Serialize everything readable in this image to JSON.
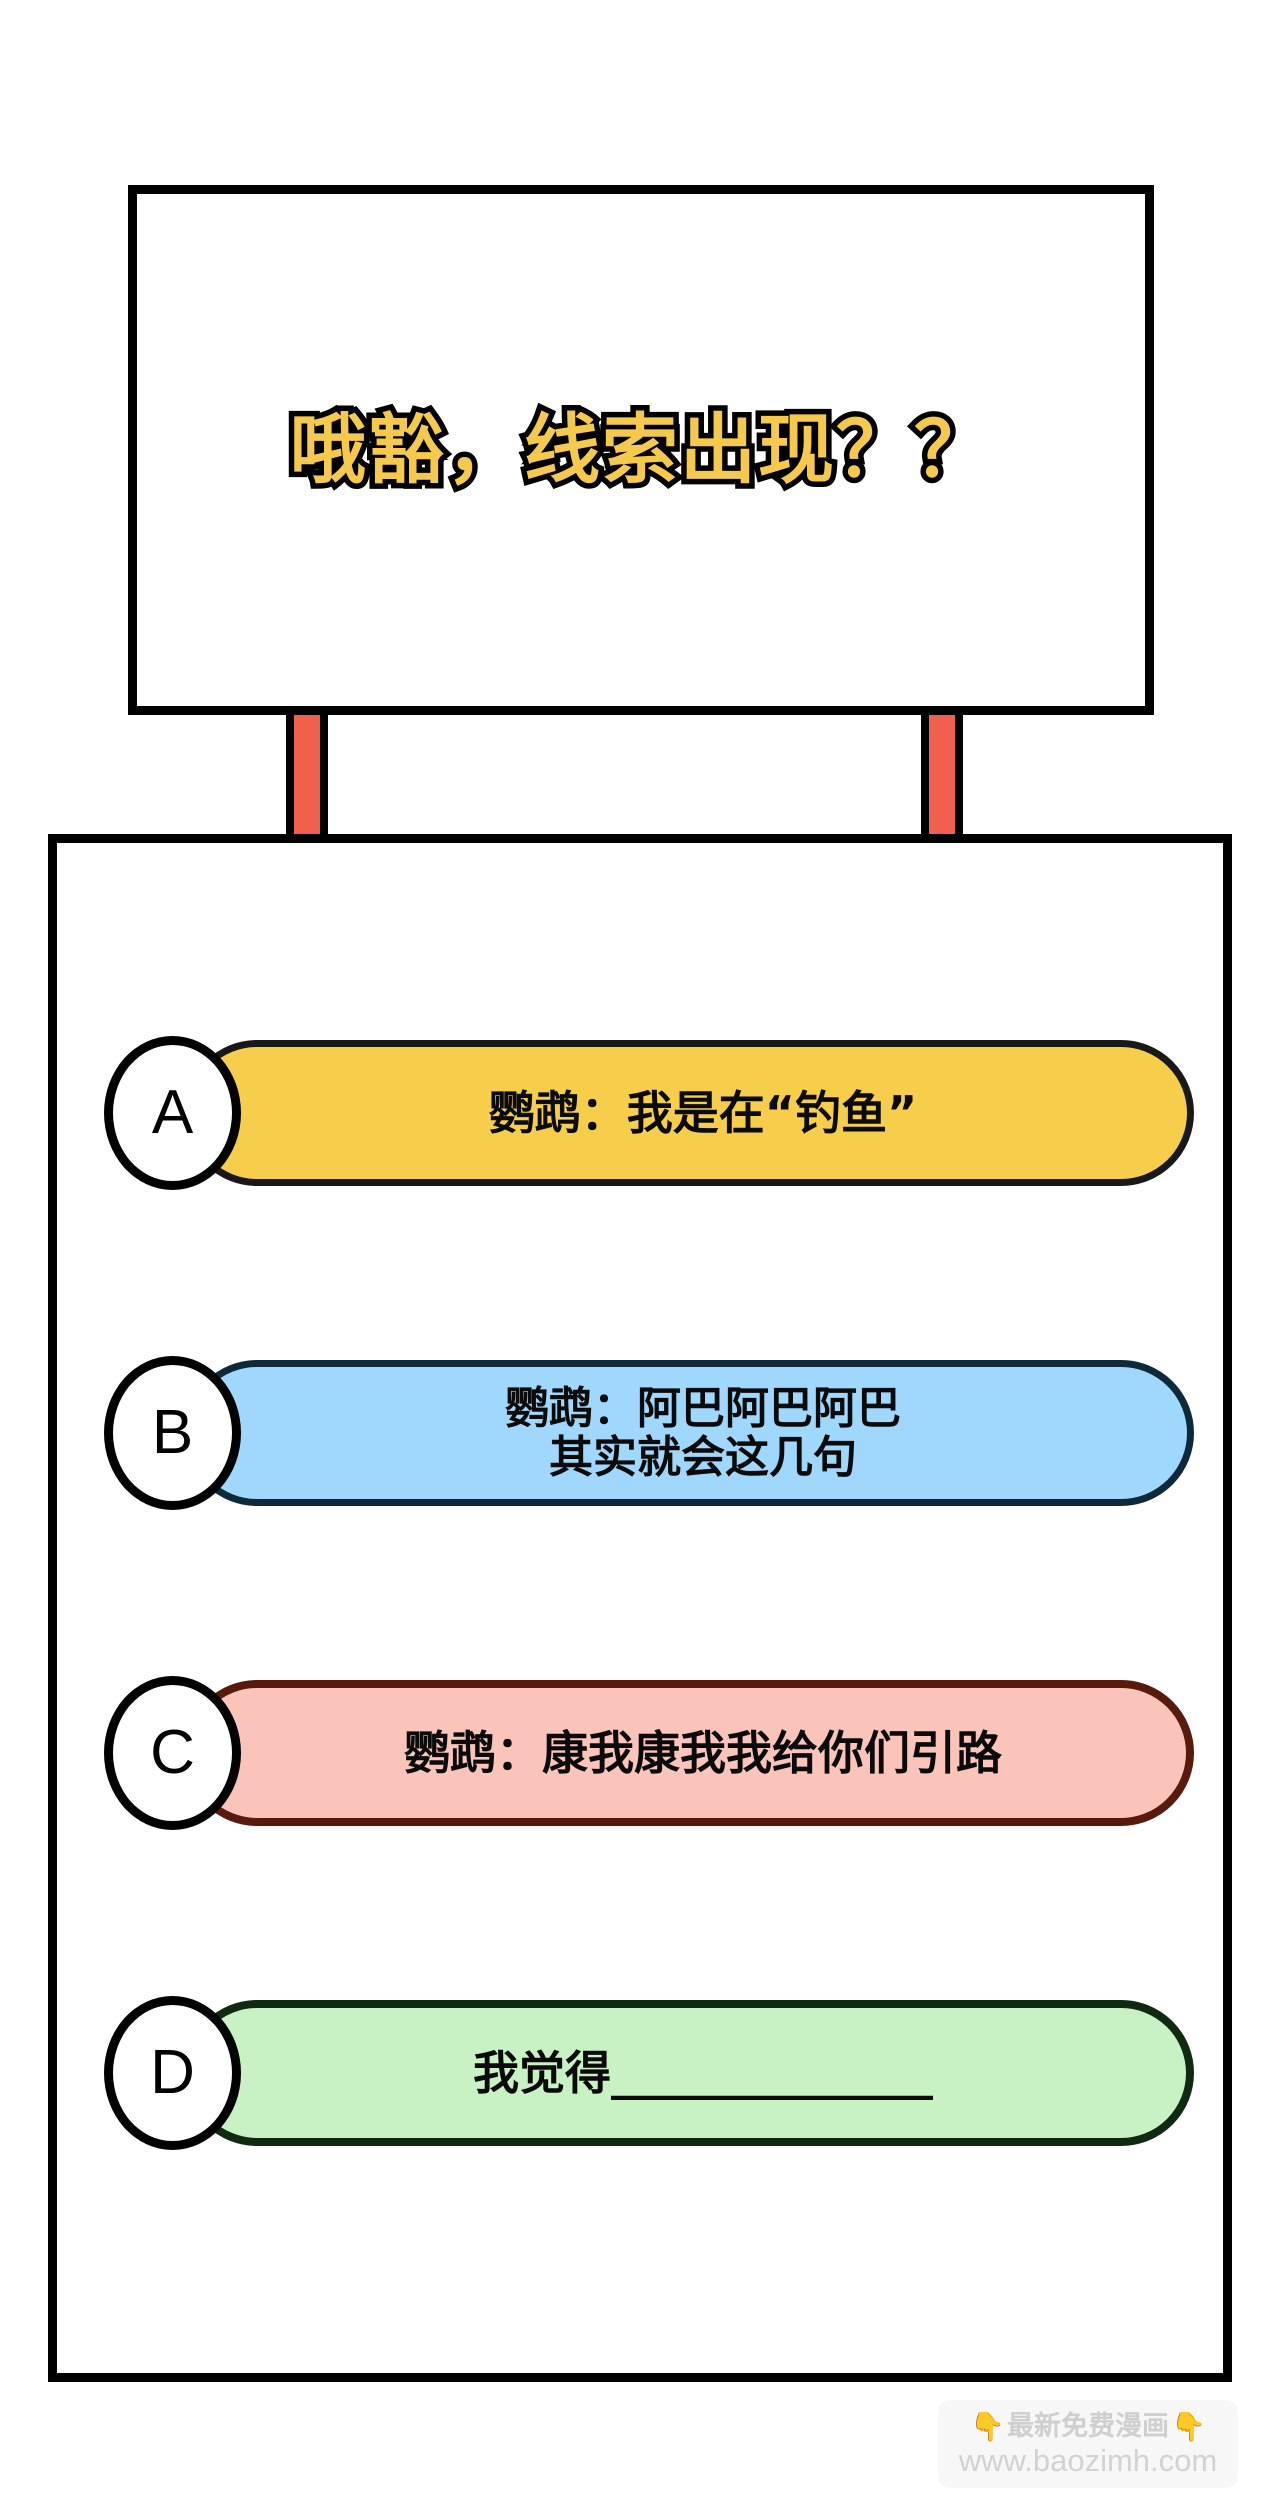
{
  "banner": {
    "title": "哦豁，线索出现？？",
    "title_fill_color": "#F5C94E",
    "title_stroke_color": "#000000"
  },
  "connector": {
    "color": "#F0604D",
    "count": 2
  },
  "panel": {
    "background_color": "#FFFFFF",
    "border_color": "#000000"
  },
  "options": [
    {
      "letter": "A",
      "text": "鹦鹉：我是在“钓鱼”",
      "fill_color": "#F7CE4B",
      "border_color": "#191919"
    },
    {
      "letter": "B",
      "text": "鹦鹉：阿巴阿巴阿巴\n其实就会这几句",
      "fill_color": "#9FD8FC",
      "border_color": "#0E2A3A"
    },
    {
      "letter": "C",
      "text": "鹦鹉：康我康我我给你们引路",
      "fill_color": "#FBC4BB",
      "border_color": "#571A0C"
    },
    {
      "letter": "D",
      "text": "我觉得______________",
      "fill_color": "#C8F2C3",
      "border_color": "#102A12"
    }
  ],
  "watermark": {
    "hand_left": "👇",
    "text": "最新免费漫画",
    "hand_right": "👇",
    "url": "www.baozimh.com"
  }
}
